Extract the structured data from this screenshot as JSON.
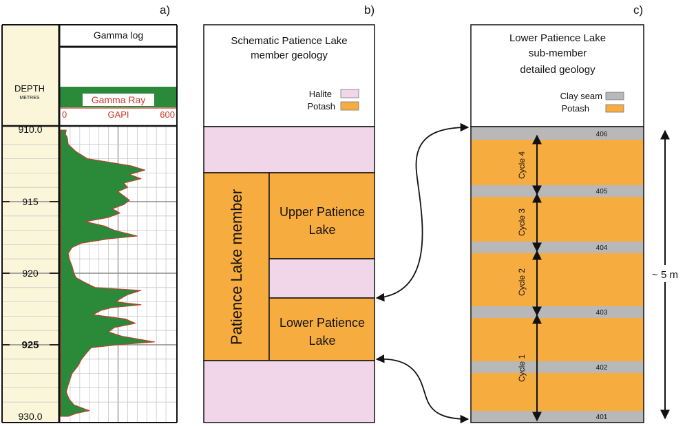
{
  "panel_labels": {
    "a": "a)",
    "b": "b)",
    "c": "c)"
  },
  "panel_a": {
    "depth_header": "DEPTH",
    "depth_units": "METRES",
    "gamma_log_title": "Gamma log",
    "gamma_ray_label": "Gamma Ray",
    "scale_min": "0",
    "scale_units": "GAPI",
    "scale_max": "600",
    "depth_labels": [
      {
        "label": "910.0",
        "depth": 910.0,
        "bold": false,
        "tick": false
      },
      {
        "label": "915",
        "depth": 915,
        "bold": false,
        "tick": true
      },
      {
        "label": "920",
        "depth": 920,
        "bold": false,
        "tick": true
      },
      {
        "label": "925",
        "depth": 925,
        "bold": true,
        "tick": true
      },
      {
        "label": "930.0",
        "depth": 930.0,
        "bold": false,
        "tick": false
      }
    ],
    "depth_range": [
      910,
      930
    ],
    "gamma_range": [
      0,
      600
    ],
    "gamma_log": [
      [
        910.0,
        30
      ],
      [
        910.3,
        25
      ],
      [
        910.5,
        35
      ],
      [
        911.0,
        40
      ],
      [
        911.5,
        80
      ],
      [
        912.0,
        140
      ],
      [
        912.5,
        370
      ],
      [
        912.8,
        440
      ],
      [
        913.1,
        360
      ],
      [
        913.4,
        420
      ],
      [
        913.7,
        330
      ],
      [
        914.0,
        350
      ],
      [
        914.3,
        300
      ],
      [
        914.6,
        330
      ],
      [
        914.9,
        360
      ],
      [
        915.2,
        330
      ],
      [
        915.5,
        270
      ],
      [
        915.8,
        310
      ],
      [
        916.1,
        250
      ],
      [
        916.4,
        130
      ],
      [
        916.7,
        230
      ],
      [
        917.0,
        280
      ],
      [
        917.4,
        400
      ],
      [
        917.6,
        250
      ],
      [
        917.9,
        110
      ],
      [
        918.2,
        60
      ],
      [
        918.6,
        40
      ],
      [
        919.0,
        45
      ],
      [
        919.5,
        60
      ],
      [
        920.0,
        70
      ],
      [
        920.3,
        80
      ],
      [
        920.6,
        120
      ],
      [
        921.0,
        180
      ],
      [
        921.2,
        420
      ],
      [
        921.5,
        350
      ],
      [
        921.8,
        310
      ],
      [
        922.0,
        290
      ],
      [
        922.2,
        420
      ],
      [
        922.4,
        270
      ],
      [
        922.6,
        210
      ],
      [
        922.9,
        170
      ],
      [
        923.2,
        340
      ],
      [
        923.5,
        390
      ],
      [
        923.8,
        280
      ],
      [
        924.1,
        250
      ],
      [
        924.4,
        320
      ],
      [
        924.8,
        490
      ],
      [
        925.0,
        300
      ],
      [
        925.2,
        160
      ],
      [
        925.5,
        140
      ],
      [
        926.0,
        110
      ],
      [
        926.5,
        90
      ],
      [
        927.0,
        60
      ],
      [
        927.4,
        50
      ],
      [
        927.8,
        40
      ],
      [
        928.3,
        30
      ],
      [
        928.8,
        45
      ],
      [
        929.2,
        70
      ],
      [
        929.6,
        150
      ],
      [
        929.8,
        80
      ],
      [
        930.0,
        40
      ]
    ]
  },
  "panel_b": {
    "title_line1": "Schematic Patience Lake",
    "title_line2": "member geology",
    "legend": [
      {
        "label": "Halite",
        "color": "#f0d6e8"
      },
      {
        "label": "Potash",
        "color": "#f7ac40"
      }
    ],
    "member_label": "Patience Lake member",
    "upper_line1": "Upper Patience",
    "upper_line2": "Lake",
    "lower_line1": "Lower Patience",
    "lower_line2": "Lake"
  },
  "panel_c": {
    "title_line1": "Lower Patience Lake",
    "title_line2": "sub-member",
    "title_line3": "detailed geology",
    "legend": [
      {
        "label": "Clay seam",
        "color": "#b8b8b8"
      },
      {
        "label": "Potash",
        "color": "#f7ac40"
      }
    ],
    "seams": [
      "406",
      "405",
      "404",
      "403",
      "402",
      "401"
    ],
    "cycles": [
      "Cycle 4",
      "Cycle 3",
      "Cycle 2",
      "Cycle 1"
    ],
    "thickness": "~ 5 m"
  },
  "colors": {
    "gamma_fill": "#2a8a3a",
    "gamma_outline": "#c83a2a",
    "depth_track": "#fbf6d9",
    "halite": "#f0d6e8",
    "potash": "#f7ac40",
    "clay": "#b8b8b8"
  }
}
